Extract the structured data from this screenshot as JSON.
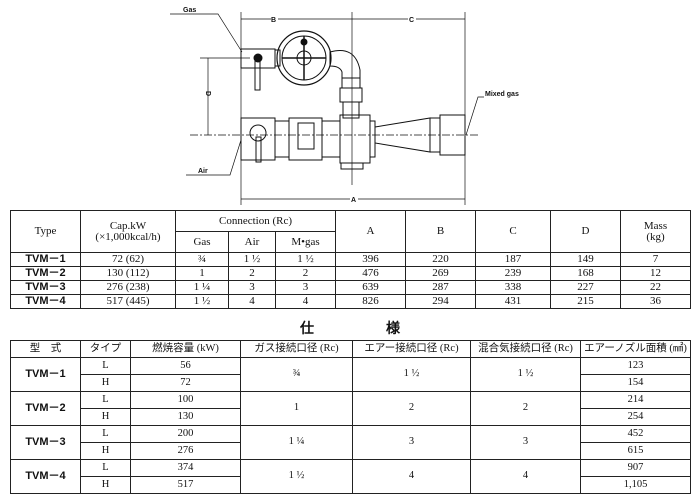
{
  "drawing": {
    "labels": {
      "gas": "Gas",
      "air": "Air",
      "mixed_gas": "Mixed gas",
      "a": "A",
      "b": "B",
      "c": "C",
      "d": "D"
    }
  },
  "table1": {
    "headers": {
      "type": "Type",
      "cap_line1": "Cap.kW",
      "cap_line2": "(×1,000kcal/h)",
      "connection": "Connection (Rc)",
      "gas": "Gas",
      "air": "Air",
      "mgas": "M•gas",
      "a": "A",
      "b": "B",
      "c": "C",
      "d": "D",
      "mass_line1": "Mass",
      "mass_line2": "(kg)"
    },
    "rows": [
      {
        "type": "TVM－1",
        "cap": "72 (62)",
        "gas": "¾",
        "air": "1 ½",
        "mgas": "1 ½",
        "a": "396",
        "b": "220",
        "c": "187",
        "d": "149",
        "mass": "7"
      },
      {
        "type": "TVM－2",
        "cap": "130 (112)",
        "gas": "1",
        "air": "2",
        "mgas": "2",
        "a": "476",
        "b": "269",
        "c": "239",
        "d": "168",
        "mass": "12"
      },
      {
        "type": "TVM－3",
        "cap": "276 (238)",
        "gas": "1 ¼",
        "air": "3",
        "mgas": "3",
        "a": "639",
        "b": "287",
        "c": "338",
        "d": "227",
        "mass": "22"
      },
      {
        "type": "TVM－4",
        "cap": "517 (445)",
        "gas": "1 ½",
        "air": "4",
        "mgas": "4",
        "a": "826",
        "b": "294",
        "c": "431",
        "d": "215",
        "mass": "36"
      }
    ]
  },
  "table2": {
    "title_1": "仕",
    "title_2": "様",
    "headers": {
      "model": "型　式",
      "type": "タイプ",
      "capacity": "燃焼容量 (kW)",
      "gas": "ガス接続口径 (Rc)",
      "air": "エアー接続口径 (Rc)",
      "mix": "混合気接続口径 (Rc)",
      "nozzle": "エアーノズル面積 (㎟)"
    },
    "groups": [
      {
        "model": "TVM－1",
        "gas": "¾",
        "air": "1 ½",
        "mix": "1 ½",
        "rows": [
          {
            "type": "L",
            "cap": "56",
            "nozzle": "123"
          },
          {
            "type": "H",
            "cap": "72",
            "nozzle": "154"
          }
        ]
      },
      {
        "model": "TVM－2",
        "gas": "1",
        "air": "2",
        "mix": "2",
        "rows": [
          {
            "type": "L",
            "cap": "100",
            "nozzle": "214"
          },
          {
            "type": "H",
            "cap": "130",
            "nozzle": "254"
          }
        ]
      },
      {
        "model": "TVM－3",
        "gas": "1 ¼",
        "air": "3",
        "mix": "3",
        "rows": [
          {
            "type": "L",
            "cap": "200",
            "nozzle": "452"
          },
          {
            "type": "H",
            "cap": "276",
            "nozzle": "615"
          }
        ]
      },
      {
        "model": "TVM－4",
        "gas": "1 ½",
        "air": "4",
        "mix": "4",
        "rows": [
          {
            "type": "L",
            "cap": "374",
            "nozzle": "907"
          },
          {
            "type": "H",
            "cap": "517",
            "nozzle": "1,105"
          }
        ]
      }
    ]
  }
}
